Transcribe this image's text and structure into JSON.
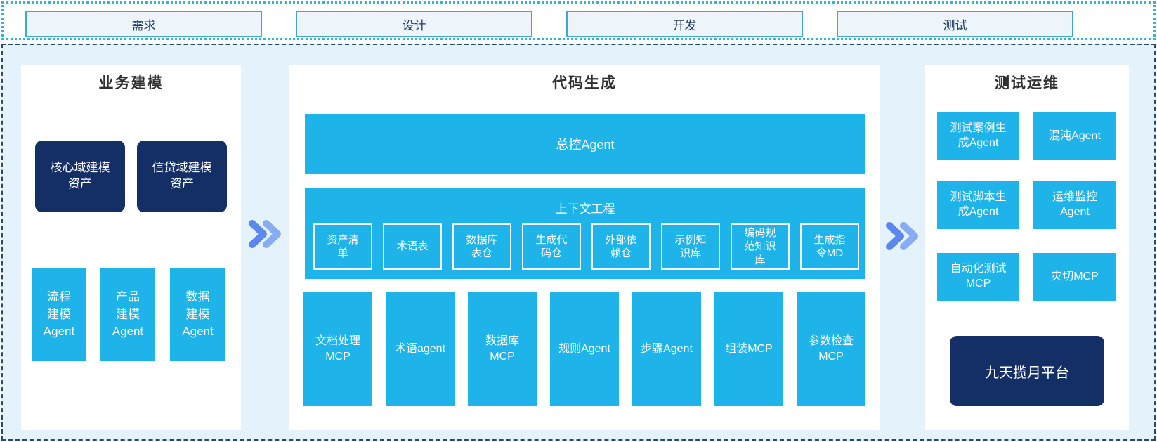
{
  "stages": {
    "items": [
      {
        "label": "需求"
      },
      {
        "label": "设计"
      },
      {
        "label": "开发"
      },
      {
        "label": "测试"
      }
    ]
  },
  "colors": {
    "cyan": "#1eb4e9",
    "navy": "#132f66",
    "container_fill": "#e4f2fb",
    "dashed_border": "#2a4a6b",
    "dotted_border": "#30b5da",
    "stage_border": "#43a7cc",
    "arrow_front": "#5b87ee",
    "arrow_back": "#88acf4"
  },
  "panels": {
    "business": {
      "title": "业务建模",
      "asset_boxes": [
        {
          "label": "核心域建模\n资产"
        },
        {
          "label": "信贷域建模\n资产"
        }
      ],
      "agent_boxes": [
        {
          "label": "流程\n建模\nAgent"
        },
        {
          "label": "产品\n建模\nAgent"
        },
        {
          "label": "数据\n建模\nAgent"
        }
      ]
    },
    "codegen": {
      "title": "代码生成",
      "master_bar_label": "总控Agent",
      "context": {
        "title": "上下文工程",
        "items": [
          {
            "label": "资产清\n单"
          },
          {
            "label": "术语表"
          },
          {
            "label": "数据库\n表仓"
          },
          {
            "label": "生成代\n码仓"
          },
          {
            "label": "外部依\n赖仓"
          },
          {
            "label": "示例知\n识库"
          },
          {
            "label": "编码规\n范知识\n库"
          },
          {
            "label": "生成指\n令MD"
          }
        ]
      },
      "bottom_boxes": [
        {
          "label": "文档处理\nMCP"
        },
        {
          "label": "术语agent"
        },
        {
          "label": "数据库\nMCP"
        },
        {
          "label": "规则Agent"
        },
        {
          "label": "步骤Agent"
        },
        {
          "label": "组装MCP"
        },
        {
          "label": "参数检查\nMCP"
        }
      ]
    },
    "testops": {
      "title": "测试运维",
      "boxes": [
        {
          "label": "测试案例生\n成Agent"
        },
        {
          "label": "混沌Agent"
        },
        {
          "label": "测试脚本生\n成Agent"
        },
        {
          "label": "运维监控\nAgent"
        },
        {
          "label": "自动化测试\nMCP"
        },
        {
          "label": "灾切MCP"
        }
      ],
      "platform_label": "九天揽月平台"
    }
  }
}
